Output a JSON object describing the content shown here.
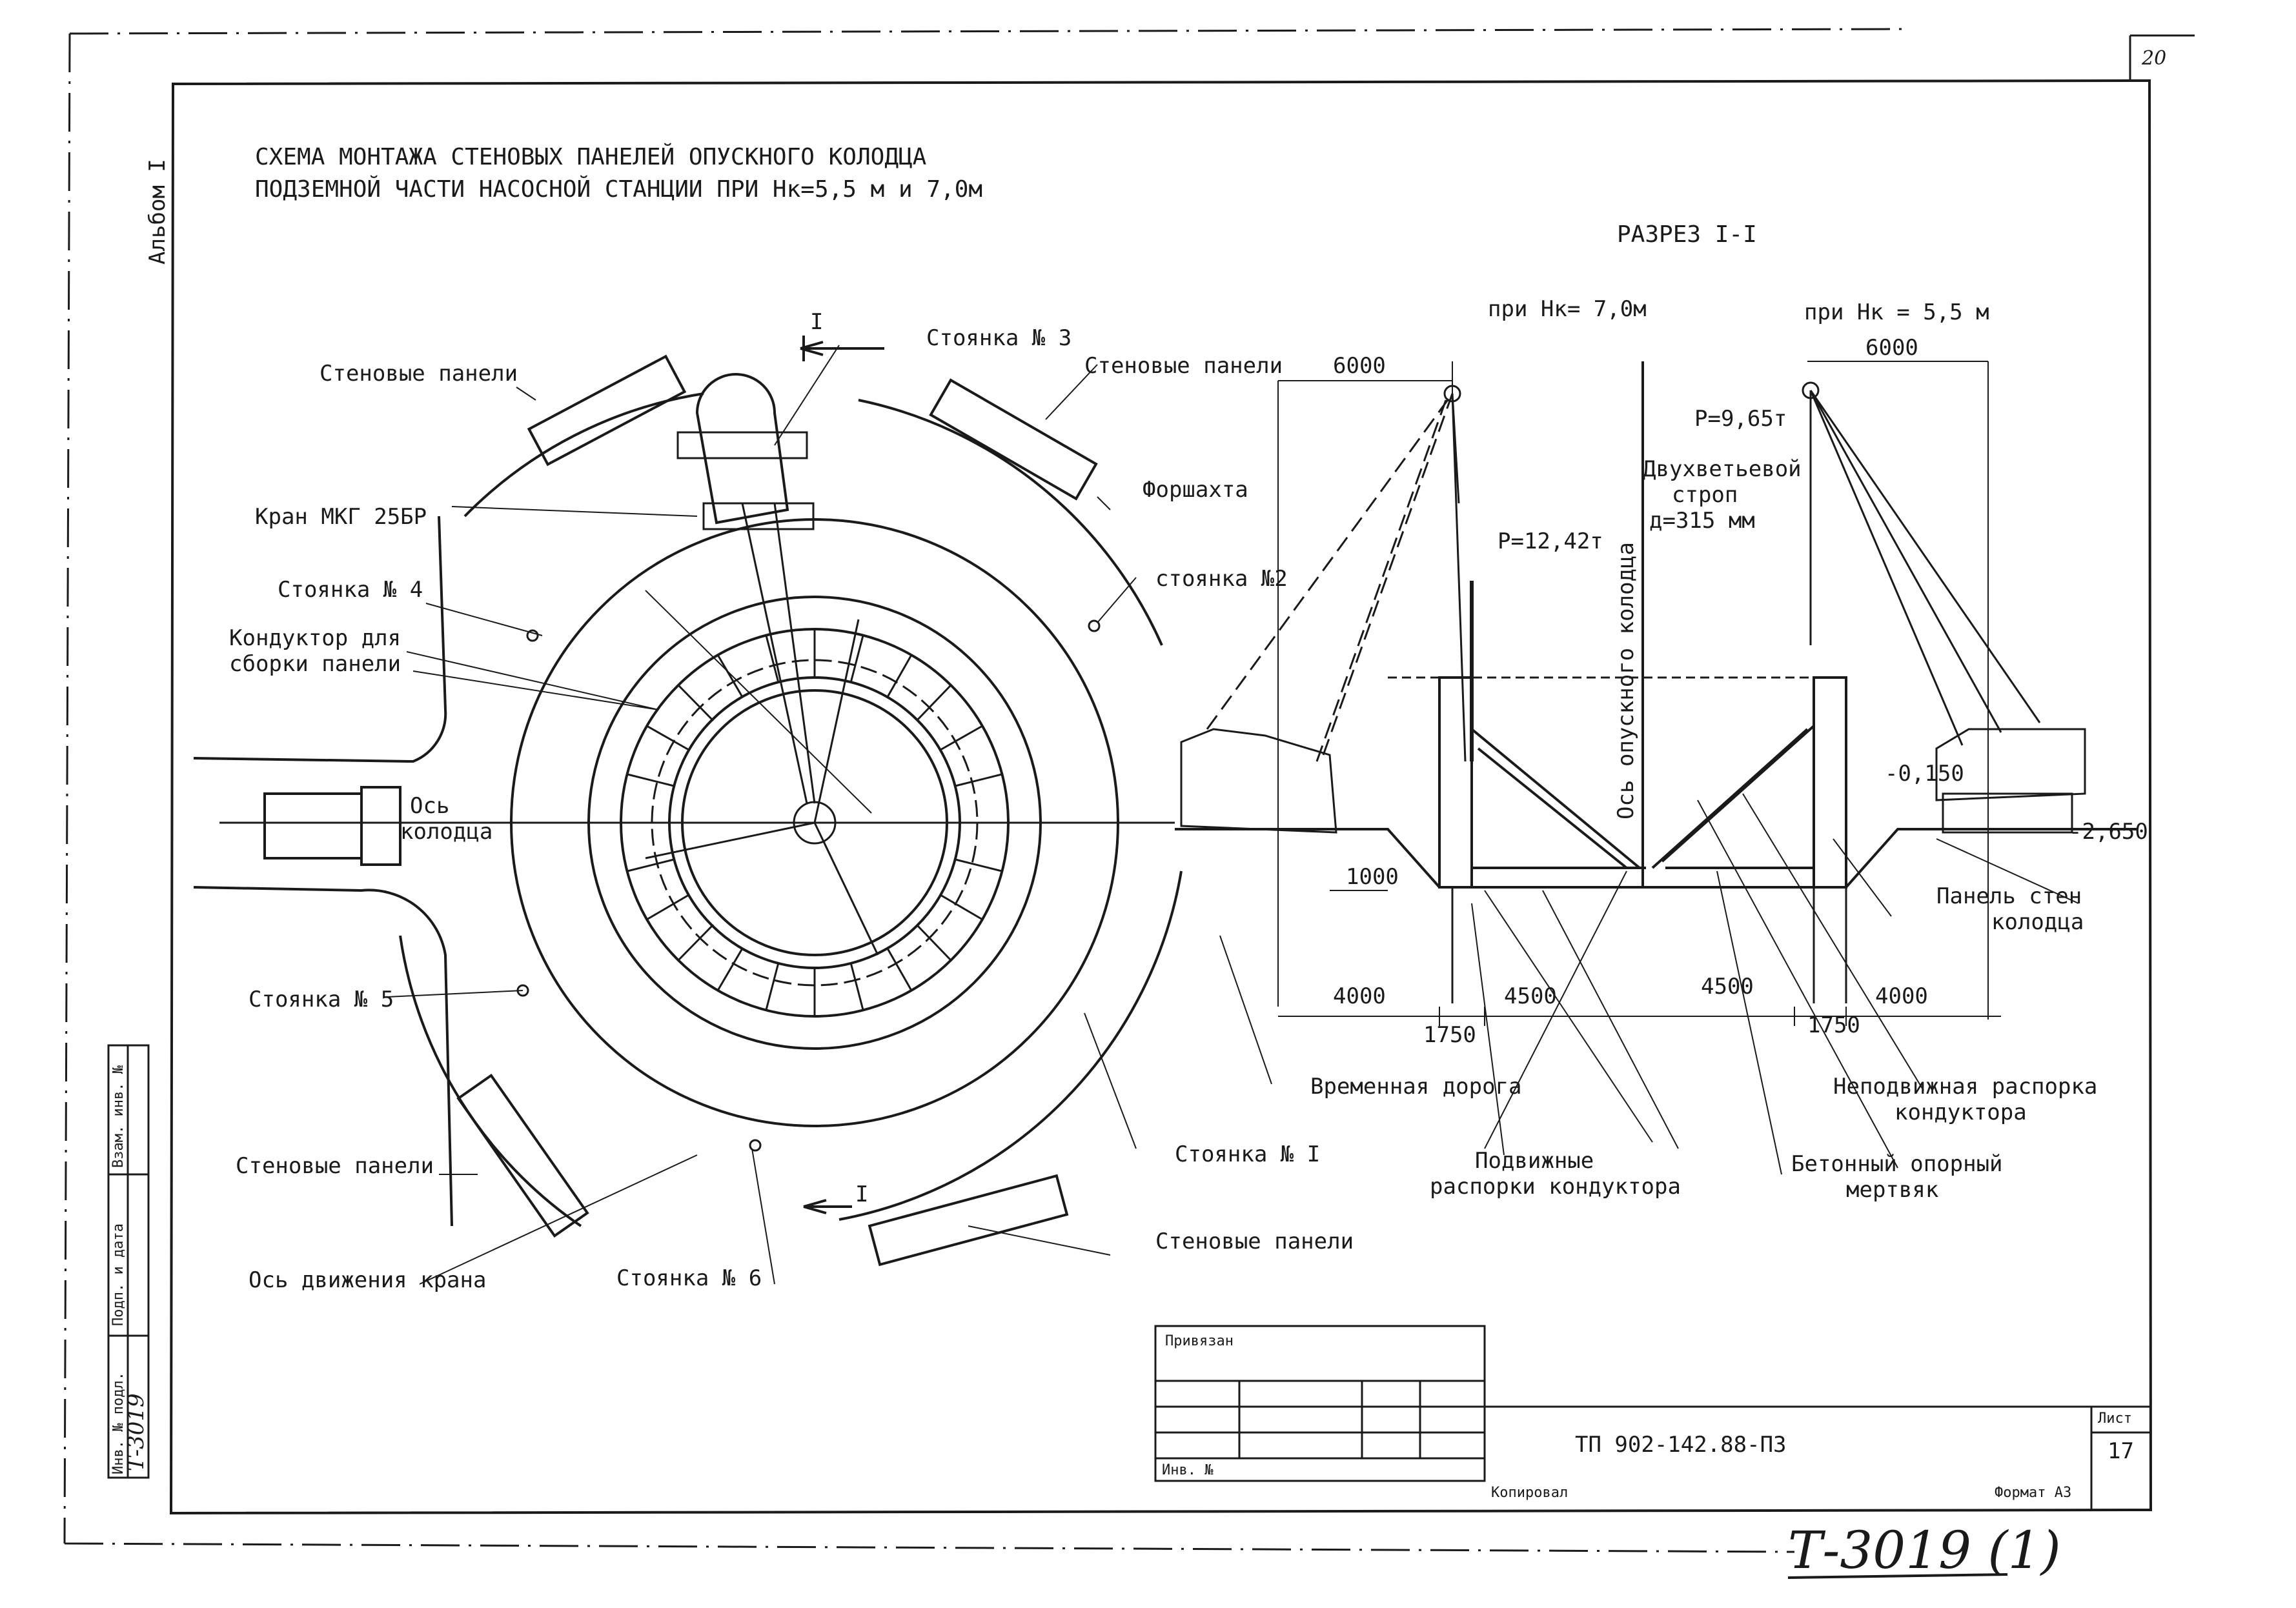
{
  "sheet": {
    "page_number": "20",
    "album": "Альбом I",
    "title_line1": "СХЕМА МОНТАЖА СТЕНОВЫХ ПАНЕЛЕЙ ОПУСКНОГО КОЛОДЦА",
    "title_line2": "ПОДЗЕМНОЙ ЧАСТИ НАСОСНОЙ СТАНЦИИ ПРИ Нк=5,5 м и 7,0м",
    "stamp_handwritten": "Т-3019 (1)"
  },
  "plan": {
    "labels": {
      "wall_panels_top_left": "Стеновые панели",
      "wall_panels_top_right": "Стеновые панели",
      "stop_3": "Стоянка № 3",
      "crane": "Кран МКГ 25БР",
      "shaft": "Форшахта",
      "stop_2": "стоянка №2",
      "stop_4": "Стоянка № 4",
      "jig_line1": "Кондуктор для",
      "jig_line2": "сборки панели",
      "well_axis_line1": "Ось",
      "well_axis_line2": "колодца",
      "stop_5": "Стоянка № 5",
      "wall_panels_bottom_left": "Стеновые панели",
      "crane_axis": "Ось движения крана",
      "stop_6": "Стоянка № 6",
      "section_mark_top": "I",
      "section_mark_bottom": "I",
      "stop_1": "Стоянка № I",
      "wall_panels_bottom_right": "Стеновые панели",
      "temp_road": "Временная дорога"
    }
  },
  "section": {
    "title": "РАЗРЕЗ I-I",
    "left_case": "при Нк= 7,0м",
    "right_case": "при Нк = 5,5 м",
    "dim_6000_left": "6000",
    "dim_6000_right": "6000",
    "load_left": "Р=12,42т",
    "load_right": "Р=9,65т",
    "sling_line1": "Двухветьевой",
    "sling_line2": "строп",
    "sling_line3": "д=315 мм",
    "well_axis_vertical": "Ось опускного колодца",
    "level_1": "-0,150",
    "level_2": "-2,650",
    "dim_1000": "1000",
    "dim_4000_left": "4000",
    "dim_4500_left": "4500",
    "dim_4500_right": "4500",
    "dim_4000_right": "4000",
    "dim_1750_left": "1750",
    "dim_1750_right": "1750",
    "panel_line1": "Панель стен",
    "panel_line2": "колодца",
    "fixed_strut_line1": "Неподвижная распорка",
    "fixed_strut_line2": "кондуктора",
    "movable_line1": "Подвижные",
    "movable_line2": "распорки кондуктора",
    "concrete_line1": "Бетонный опорный",
    "concrete_line2": "мертвяк"
  },
  "title_block": {
    "bound": "Привязан",
    "inv": "Инв. №",
    "doc_code": "ТП 902-142.88-ПЗ",
    "sheet_label": "Лист",
    "sheet_num": "17",
    "copied": "Копировал",
    "format": "Формат А3"
  },
  "side_stamp": {
    "inv_orig": "Инв. № подл.",
    "inv_orig_value": "Т-3019",
    "sign_date": "Подп. и дата",
    "replace_inv": "Взам. инв. №"
  }
}
